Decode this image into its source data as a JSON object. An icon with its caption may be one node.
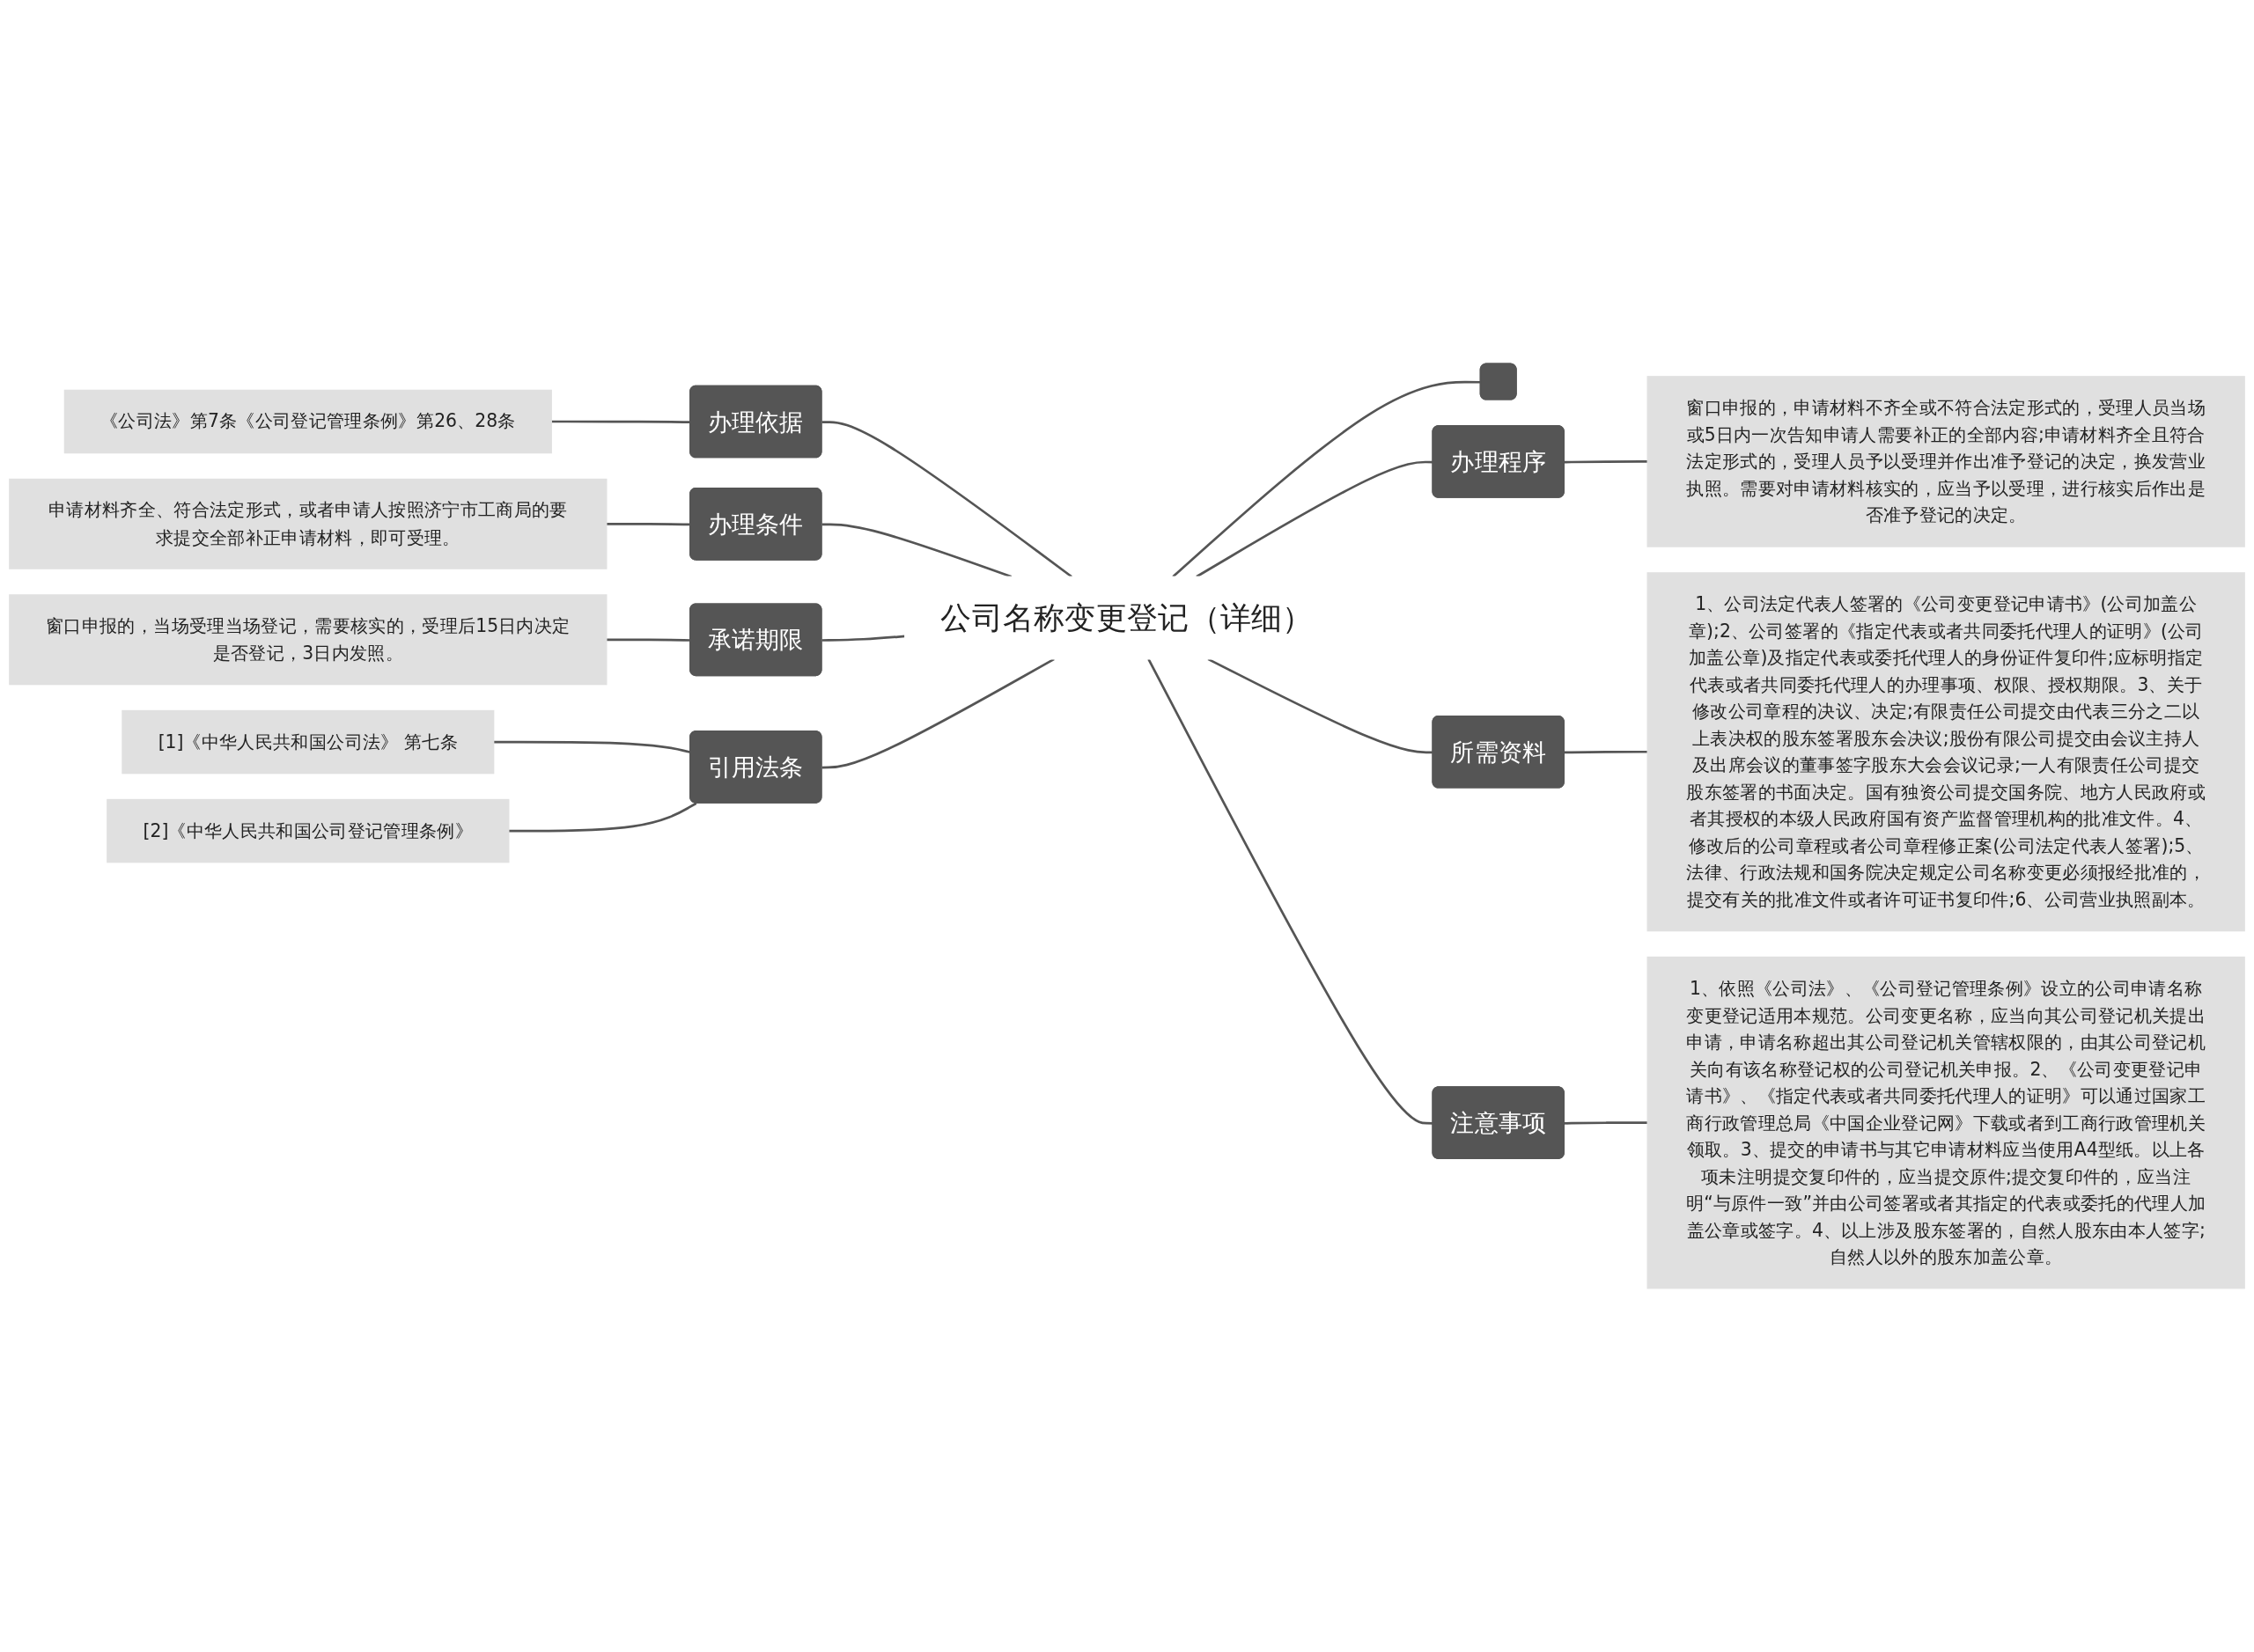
{
  "diagram": {
    "nodes": [
      {
        "text": [
          "公司名称变更登记（详细）"
        ]
      },
      {
        "text": [],
        "shape": "box"
      },
      {
        "text": [
          "办理程序"
        ]
      },
      {
        "text": [
          "窗口申报的，申请材料不齐全或不符合法定形式的，受理人员当场或5日内一次告知申请人需要补正的全部内容;申请材料齐全且符合法定形式的，受理人员予以受理并作出准予登记的决定，换发营业执照。需要对申请材料核实的，应当予以受理，进行核实后作出是否准予登记的决定。"
        ]
      },
      {
        "text": [
          "所需资料"
        ]
      },
      {
        "text": [
          "1、公司法定代表人签署的《公司变更登记申请书》(公司加盖公章);2、公司签署的《指定代表或者共同委托代理人的证明》(公司加盖公章)及指定代表或委托代理人的身份证件复印件;应标明指定代表或者共同委托代理人的办理事项、权限、授权期限。3、关于修改公司章程的决议、决定;有限责任公司提交由代表三分之二以上表决权的股东签署股东会决议;股份有限公司提交由会议主持人及出席会议的董事签字股东大会会议记录;一人有限责任公司提交股东签署的书面决定。国有独资公司提交国务院、地方人民政府或者其授权的本级人民政府国有资产监督管理机构的批准文件。4、修改后的公司章程或者公司章程修正案(公司法定代表人签署);5、法律、行政法规和国务院决定规定公司名称变更必须报经批准的，提交有关的批准文件或者许可证书复印件;6、公司营业执照副本。"
        ]
      },
      {
        "text": [
          "注意事项"
        ]
      },
      {
        "text": [
          "1、依照《公司法》、《公司登记管理条例》设立的公司申请名称变更登记适用本规范。公司变更名称，应当向其公司登记机关提出申请，申请名称超出其公司登记机关管辖权限的，由其公司登记机关向有该名称登记权的公司登记机关申报。2、《公司变更登记申请书》、《指定代表或者共同委托代理人的证明》可以通过国家工商行政管理总局《中国企业登记网》下载或者到工商行政管理机关领取。3、提交的申请书与其它申请材料应当使用A4型纸。以上各项未注明提交复印件的，应当提交原件;提交复印件的，应当注明“与原件一致”并由公司签署或者其指定的代表或委托的代理人加盖公章或签字。4、以上涉及股东签署的，自然人股东由本人签字;自然人以外的股东加盖公章。"
        ]
      },
      {
        "text": [
          "办理依据"
        ]
      },
      {
        "text": [
          "《公司法》第7条《公司登记管理条例》第26、28条"
        ]
      },
      {
        "text": [
          "办理条件"
        ]
      },
      {
        "text": [
          "申请材料齐全、符合法定形式，或者申请人按照济宁市工商局的要求提交全部补正申请材料，即可受理。"
        ]
      },
      {
        "text": [
          "承诺期限"
        ]
      },
      {
        "text": [
          "窗口申报的，当场受理当场登记，需要核实的，受理后15日内决定是否登记，3日内发照。"
        ]
      },
      {
        "text": [
          "引用法条"
        ]
      },
      {
        "text": [
          "[1]《中华人民共和国公司法》 第七条"
        ]
      },
      {
        "text": [
          "[2]《中华人民共和国公司登记管理条例》"
        ]
      }
    ],
    "edges": [
      {
        "from": 0,
        "to": 1,
        "arrow": "none"
      },
      {
        "from": 0,
        "to": 2,
        "arrow": "none"
      },
      {
        "from": 0,
        "to": 4,
        "arrow": "none"
      },
      {
        "from": 0,
        "to": 6,
        "arrow": "none"
      },
      {
        "from": 0,
        "to": 8,
        "arrow": "none"
      },
      {
        "from": 0,
        "to": 10,
        "arrow": "none"
      },
      {
        "from": 0,
        "to": 12,
        "arrow": "none"
      },
      {
        "from": 0,
        "to": 14,
        "arrow": "none"
      },
      {
        "from": 2,
        "to": 3,
        "arrow": "none"
      },
      {
        "from": 4,
        "to": 5,
        "arrow": "none"
      },
      {
        "from": 6,
        "to": 7,
        "arrow": "none"
      },
      {
        "from": 8,
        "to": 9,
        "arrow": "none"
      },
      {
        "from": 10,
        "to": 11,
        "arrow": "none"
      },
      {
        "from": 12,
        "to": 13,
        "arrow": "none"
      },
      {
        "from": 14,
        "to": 15,
        "arrow": "none"
      },
      {
        "from": 14,
        "to": 16,
        "arrow": "none"
      }
    ]
  }
}
